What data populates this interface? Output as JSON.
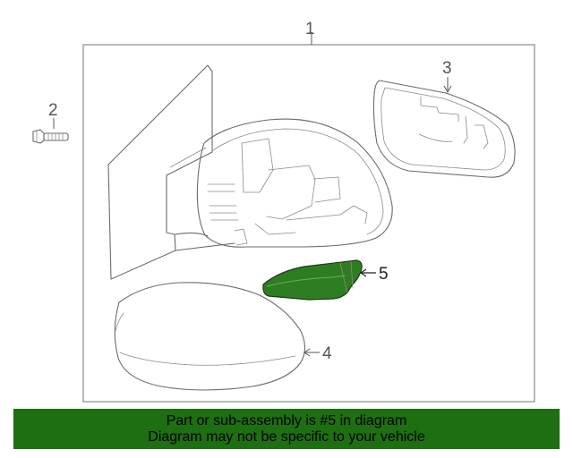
{
  "callouts": {
    "assembly": "1",
    "bolt": "2",
    "mirror_glass": "3",
    "cover": "4",
    "signal_lamp": "5"
  },
  "banner": {
    "line1": "Part or sub-assembly is #5 in diagram",
    "line2": "Diagram may not be specific to your vehicle"
  },
  "colors": {
    "highlight_part": "#2f7d22",
    "banner_bg": "#1e6e12",
    "line": "#6b6b6b"
  }
}
